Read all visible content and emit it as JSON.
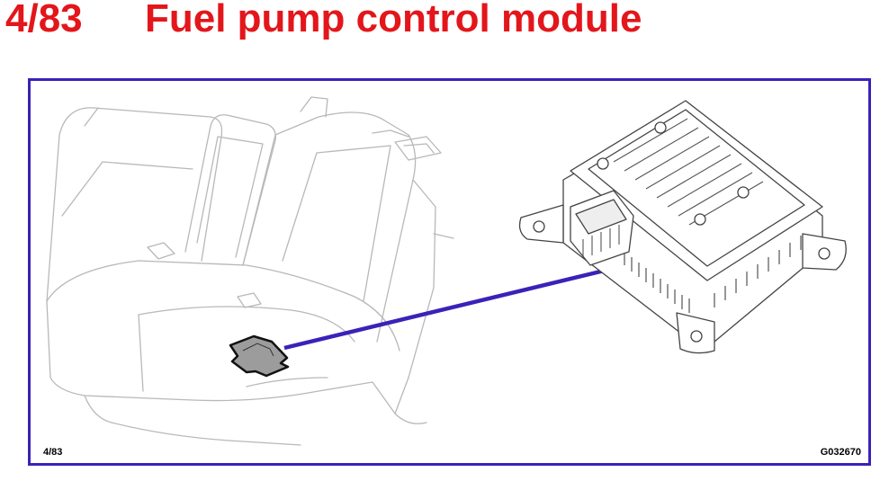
{
  "header": {
    "ref_number": "4/83",
    "title": "Fuel pump control module"
  },
  "figure": {
    "ref_label": "4/83",
    "figure_code": "G032670"
  },
  "colors": {
    "title": "#e3161b",
    "frame": "#3a22b8",
    "leader_line": "#3a22b8",
    "line_art": "#555555",
    "seat_art": "#b8b8b8"
  },
  "icons": {
    "seat": "rear-seat-illustration",
    "module": "fuel-pump-control-module-illustration",
    "location": "module-location-marker"
  }
}
